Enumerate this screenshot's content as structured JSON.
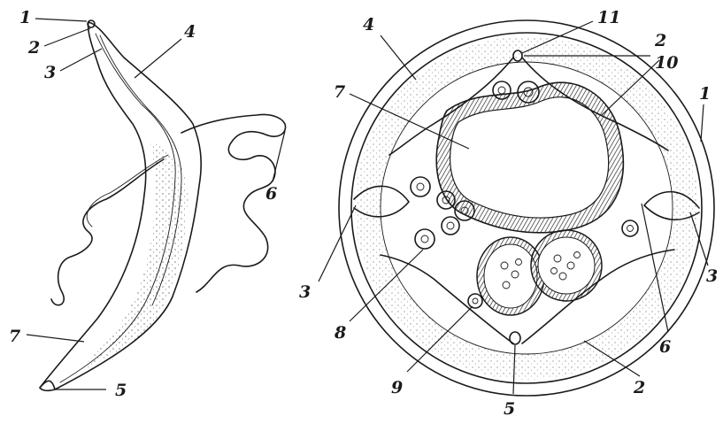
{
  "figures": [
    {
      "id": "whole-worm",
      "labels": [
        "1",
        "2",
        "3",
        "4",
        "5",
        "6",
        "7"
      ]
    },
    {
      "id": "cross-section",
      "labels": [
        "1",
        "2",
        "2",
        "3",
        "3",
        "4",
        "5",
        "6",
        "7",
        "8",
        "9",
        "10",
        "11"
      ]
    }
  ]
}
